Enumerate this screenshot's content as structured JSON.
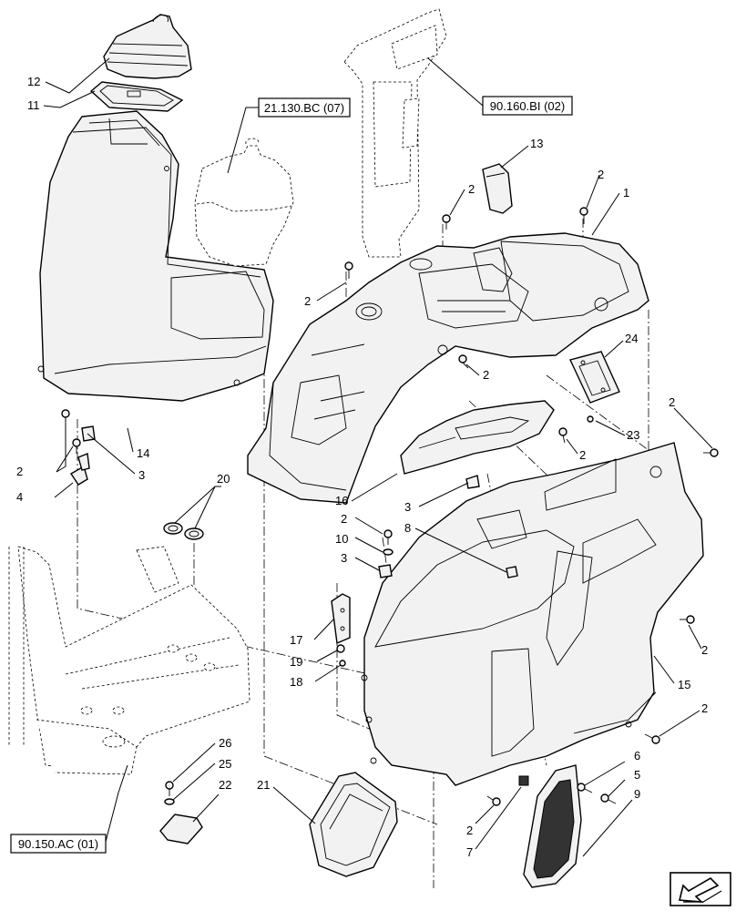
{
  "refs": [
    "21.130.BC (07)",
    "90.160.BI (02)",
    "90.150.AC (01)"
  ],
  "callouts": [
    "1",
    "2",
    "3",
    "4",
    "5",
    "6",
    "7",
    "8",
    "9",
    "10",
    "11",
    "12",
    "13",
    "14",
    "15",
    "16",
    "17",
    "18",
    "19",
    "20",
    "21",
    "22",
    "23",
    "24",
    "25",
    "26"
  ],
  "colors": {
    "line": "#000000",
    "fill": "#f2f2f2",
    "background": "#ffffff"
  },
  "icons": [
    "navigation-arrow-icon"
  ]
}
